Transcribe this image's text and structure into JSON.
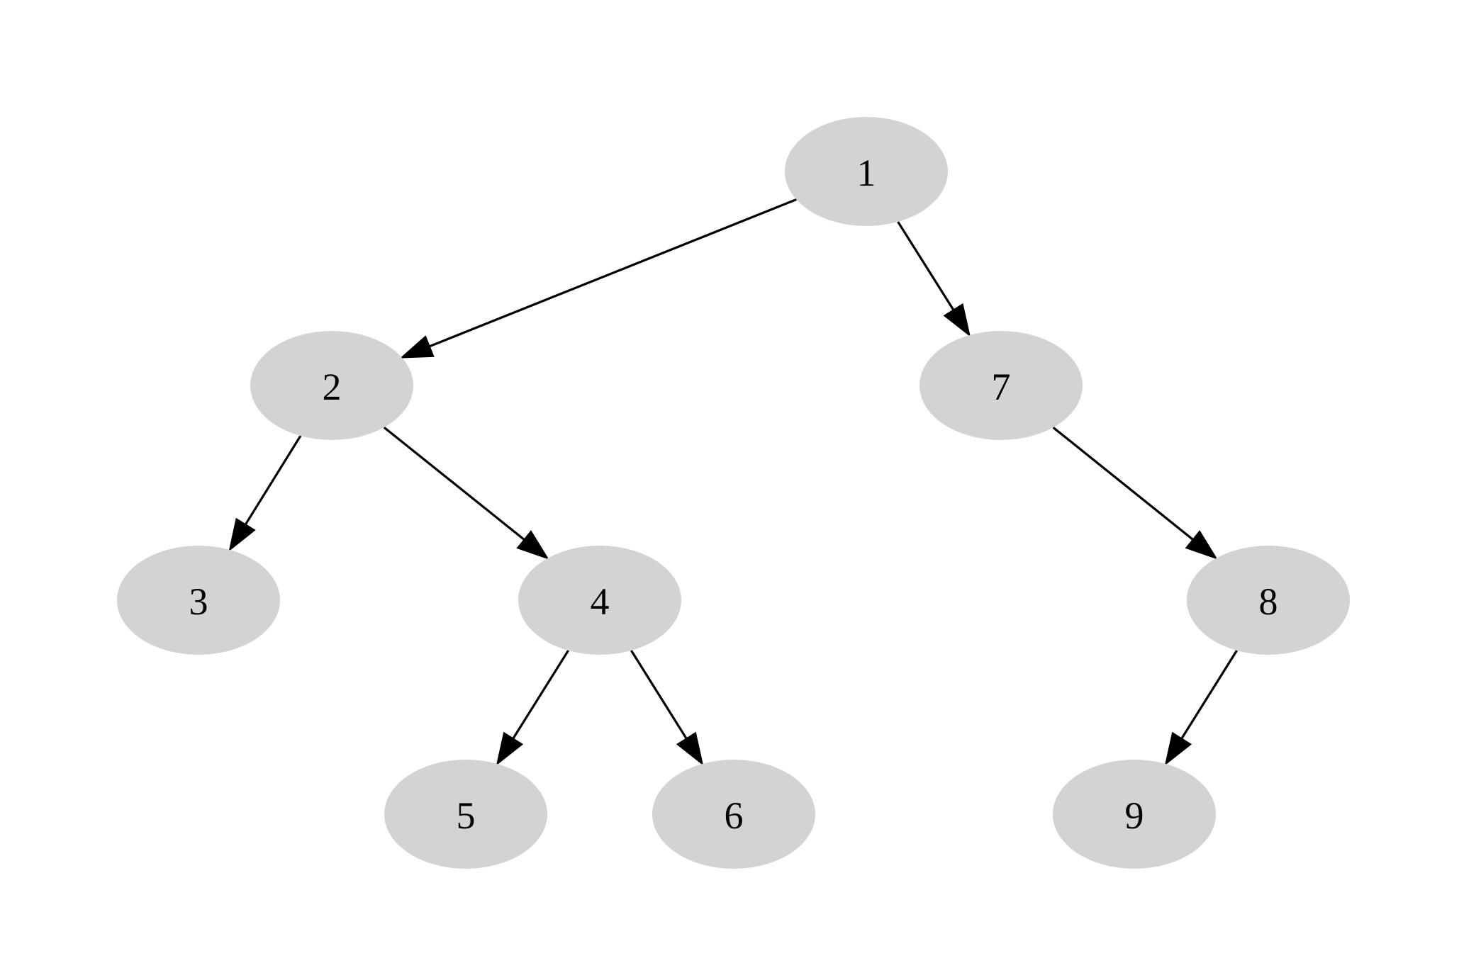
{
  "diagram": {
    "type": "tree",
    "directed": true,
    "colors": {
      "node_fill": "#d3d3d3",
      "edge": "#000000",
      "label": "#000000",
      "background": "#ffffff"
    },
    "nodes": [
      {
        "id": "n1",
        "label": "1"
      },
      {
        "id": "n2",
        "label": "2"
      },
      {
        "id": "n3",
        "label": "3"
      },
      {
        "id": "n4",
        "label": "4"
      },
      {
        "id": "n5",
        "label": "5"
      },
      {
        "id": "n6",
        "label": "6"
      },
      {
        "id": "n7",
        "label": "7"
      },
      {
        "id": "n8",
        "label": "8"
      },
      {
        "id": "n9",
        "label": "9"
      }
    ],
    "edges": [
      {
        "from": "n1",
        "to": "n2"
      },
      {
        "from": "n1",
        "to": "n7"
      },
      {
        "from": "n2",
        "to": "n3"
      },
      {
        "from": "n2",
        "to": "n4"
      },
      {
        "from": "n4",
        "to": "n5"
      },
      {
        "from": "n4",
        "to": "n6"
      },
      {
        "from": "n7",
        "to": "n8"
      },
      {
        "from": "n8",
        "to": "n9"
      }
    ]
  }
}
